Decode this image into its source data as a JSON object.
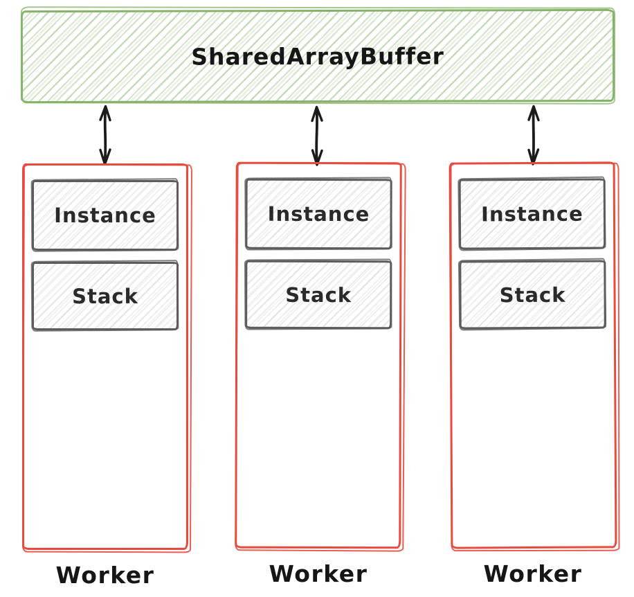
{
  "diagram": {
    "buffer": {
      "label": "SharedArrayBuffer"
    },
    "workers": [
      {
        "label": "Worker",
        "boxes": [
          {
            "label": "Instance"
          },
          {
            "label": "Stack"
          }
        ]
      },
      {
        "label": "Worker",
        "boxes": [
          {
            "label": "Instance"
          },
          {
            "label": "Stack"
          }
        ]
      },
      {
        "label": "Worker",
        "boxes": [
          {
            "label": "Instance"
          },
          {
            "label": "Stack"
          }
        ]
      }
    ],
    "arrows": [
      {
        "type": "bidirectional-vertical"
      },
      {
        "type": "bidirectional-vertical"
      },
      {
        "type": "bidirectional-vertical"
      }
    ],
    "colors": {
      "buffer_stroke": "#86b26a",
      "buffer_hatch": "#c8ddb9",
      "worker_stroke": "#e74a3f",
      "inner_stroke": "#5c5c5c",
      "inner_hatch": "#e3e3e3",
      "arrow": "#1b1b1b",
      "text": "#161616",
      "background": "#ffffff"
    }
  }
}
